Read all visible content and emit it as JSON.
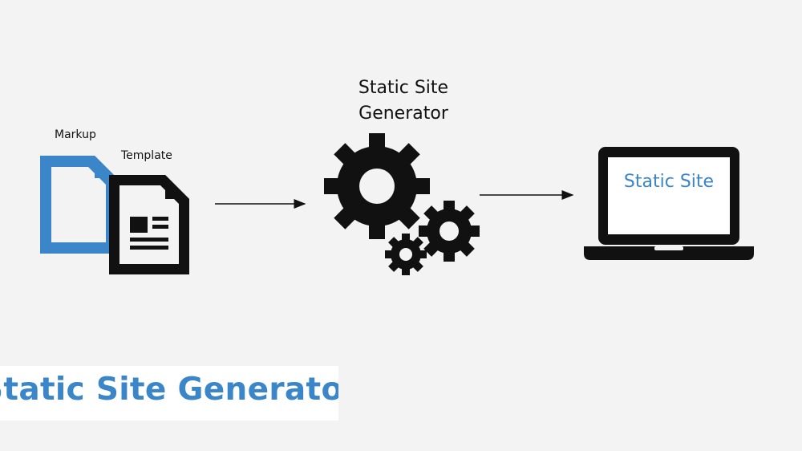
{
  "diagram": {
    "markup_label": "Markup",
    "template_label": "Template",
    "generator_title": "Static Site Generator",
    "output_label": "Static Site",
    "banner_title": "Static Site Generator"
  },
  "icons": {
    "markup": "document-icon",
    "template": "template-document-icon",
    "generator": "gears-icon",
    "output": "laptop-icon"
  },
  "colors": {
    "background": "#f3f3f3",
    "accent": "#3a86c8",
    "ink": "#111111",
    "banner_background": "#ffffff"
  }
}
